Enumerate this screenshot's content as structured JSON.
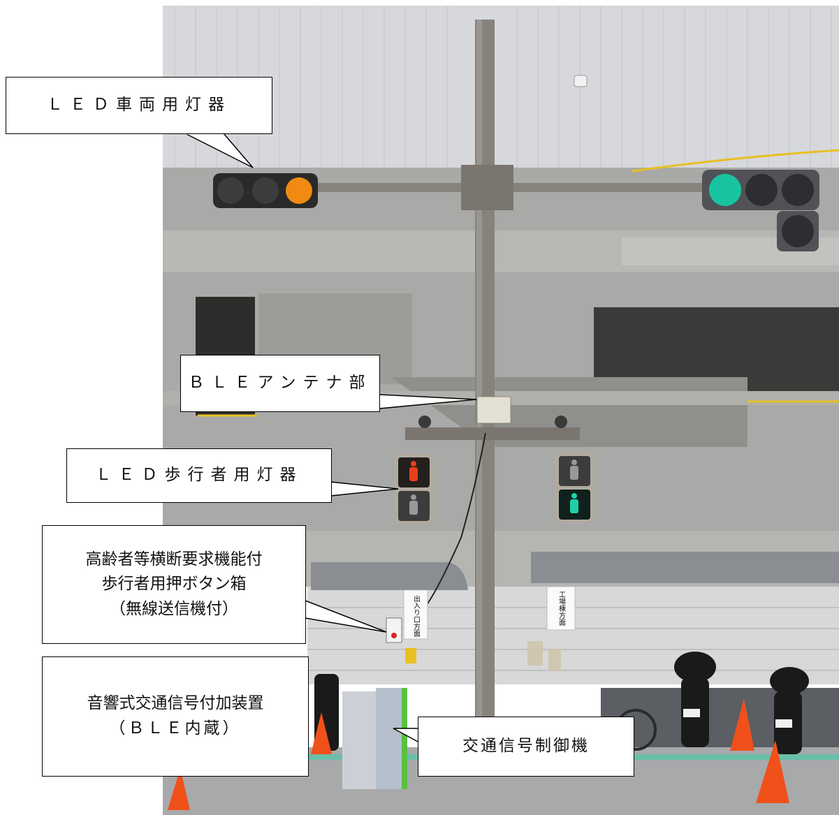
{
  "callouts": {
    "vehicle_signal": "ＬＥＤ車両用灯器",
    "ble_antenna": "ＢＬＥアンテナ部",
    "pedestrian_signal": "ＬＥＤ歩行者用灯器",
    "push_button_line1": "高齢者等横断要求機能付",
    "push_button_line2": "歩行者用押ボタン箱",
    "push_button_line3": "（無線送信機付）",
    "audio_device_line1": "音響式交通信号付加装置",
    "audio_device_line2": "（ＢＬＥ内蔵）",
    "controller": "交通信号制御機"
  },
  "signage": {
    "left_sign": "出入り口方面",
    "right_sign": "工場棟方面"
  },
  "colors": {
    "amber_lamp": "#f08a12",
    "green_lamp": "#18c4a0",
    "red_pedestrian": "#e8401c",
    "green_pedestrian": "#20d0a8",
    "cone": "#f0501a"
  }
}
